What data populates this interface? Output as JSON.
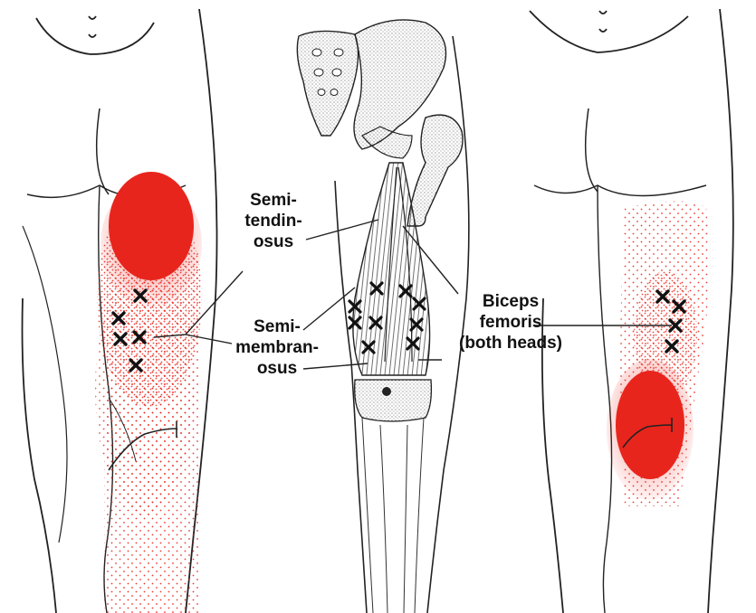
{
  "labels": {
    "semitendinosus": [
      "Semi-",
      "tendin-",
      "osus"
    ],
    "semimembranosus": [
      "Semi-",
      "membran-",
      "osus"
    ],
    "biceps_femoris": [
      "Biceps",
      "femoris",
      "(both heads)"
    ]
  },
  "colors": {
    "pain": "#e8251c",
    "outline": "#222222",
    "marker": "#111111",
    "background": "#ffffff"
  },
  "icons": {
    "trigger_point": "x-mark-icon"
  }
}
